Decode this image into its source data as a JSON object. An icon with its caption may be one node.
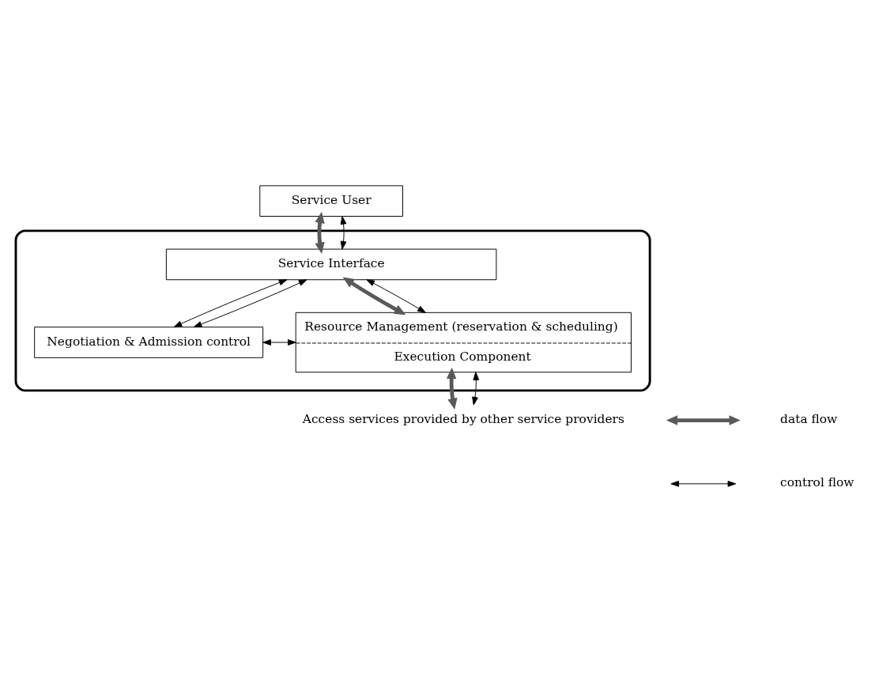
{
  "diagram": {
    "nodes": [
      {
        "text": [
          "Service User"
        ]
      },
      {
        "text": [],
        "shape": "box"
      },
      {
        "text": [
          "Service Interface"
        ],
        "in": 1
      },
      {
        "text": [
          "Negotiation & Admission control"
        ],
        "in": 1
      },
      {
        "text": [
          "Resource Management (reservation & scheduling)",
          "Execution Component"
        ],
        "in": 1
      },
      {
        "text": [
          "Access services provided by other service providers"
        ]
      }
    ],
    "edges": [
      {
        "from": 0,
        "to": 2,
        "arrow": "both",
        "style": "thick",
        "color": "#595959"
      },
      {
        "from": 0,
        "to": 2,
        "arrow": "both"
      },
      {
        "from": 2,
        "to": 3,
        "arrow": "both"
      },
      {
        "from": 2,
        "to": 3,
        "arrow": "both"
      },
      {
        "from": 2,
        "to": 4,
        "arrow": "both",
        "style": "thick",
        "color": "#595959"
      },
      {
        "from": 2,
        "to": 4,
        "arrow": "both"
      },
      {
        "from": 3,
        "to": 4,
        "arrow": "both"
      },
      {
        "from": 4,
        "to": 5,
        "arrow": "both",
        "style": "thick",
        "color": "#595959"
      },
      {
        "from": 4,
        "to": 5,
        "arrow": "both"
      }
    ],
    "legend": [
      {
        "text": "data flow"
      },
      {
        "text": "control flow"
      }
    ]
  }
}
